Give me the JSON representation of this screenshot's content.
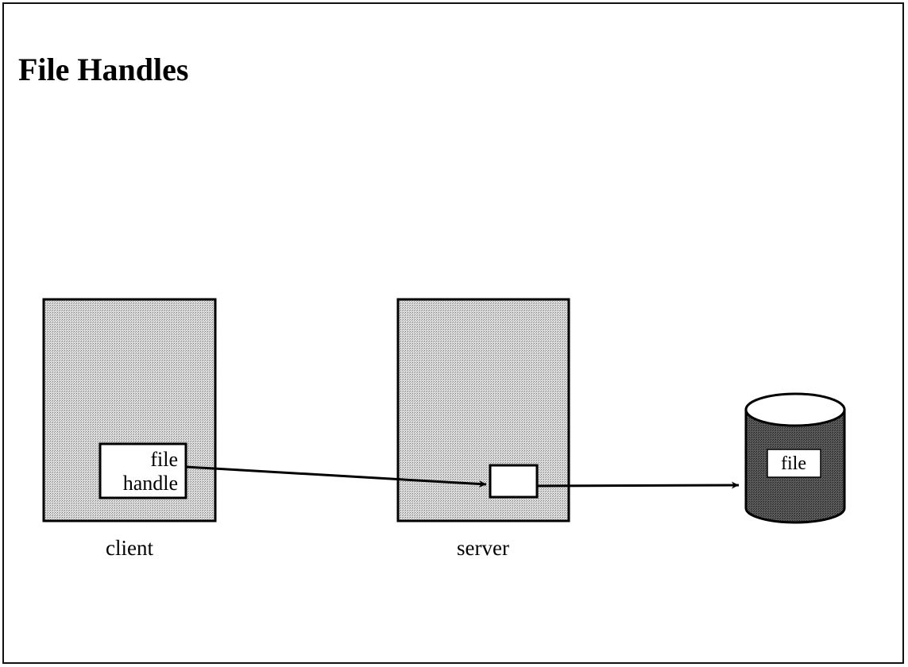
{
  "title": "File Handles",
  "diagram": {
    "client": {
      "label": "client",
      "handle_line1": "file",
      "handle_line2": "handle"
    },
    "server": {
      "label": "server"
    },
    "disk": {
      "label": "file"
    }
  },
  "colors": {
    "stroke": "#000000",
    "box_fill": "#d4d4d4",
    "disk_fill": "#4a4a4a",
    "paper": "#ffffff"
  }
}
